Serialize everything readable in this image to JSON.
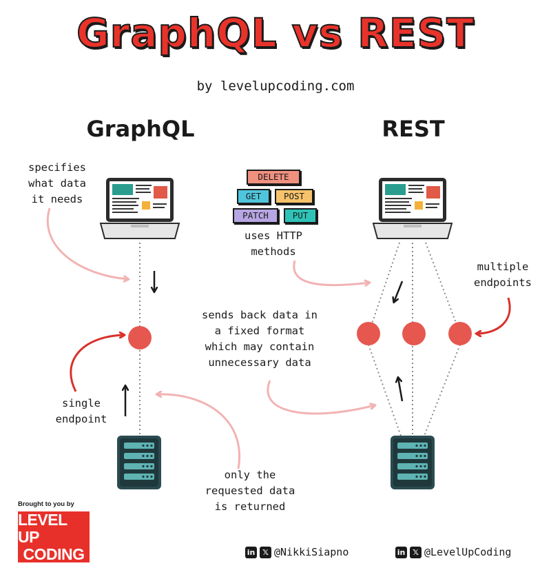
{
  "title": "GraphQL vs REST",
  "byline": "by levelupcoding.com",
  "graphql": {
    "heading": "GraphQL",
    "note_client": "specifies\nwhat data\nit needs",
    "note_endpoint": "single\nendpoint",
    "note_returned": "only the\nrequested data\nis returned"
  },
  "rest": {
    "heading": "REST",
    "methods": [
      "DELETE",
      "GET",
      "POST",
      "PATCH",
      "PUT"
    ],
    "method_colors": [
      "#f0907f",
      "#4fc6dd",
      "#f7c36a",
      "#b7a6e3",
      "#2fc3b8"
    ],
    "note_methods": "uses HTTP\nmethods",
    "note_endpoints": "multiple\nendpoints",
    "note_fixed": "sends back data in\na fixed format\nwhich may contain\nunnecessary data"
  },
  "footer": {
    "brought": "Brought to you by",
    "logo_line1": "LEVEL UP",
    "logo_line2": "CODING",
    "social": [
      {
        "icons": [
          "linkedin-icon",
          "x-icon"
        ],
        "handle": "@NikkiSiapno"
      },
      {
        "icons": [
          "linkedin-icon",
          "x-icon"
        ],
        "handle": "@LevelUpCoding"
      }
    ]
  },
  "colors": {
    "accent_red": "#e8332b",
    "endpoint_red": "#e5574f",
    "arrow_pink": "#f2b3b3",
    "arrow_red": "#d9302a",
    "server_teal": "#2a4b50"
  }
}
